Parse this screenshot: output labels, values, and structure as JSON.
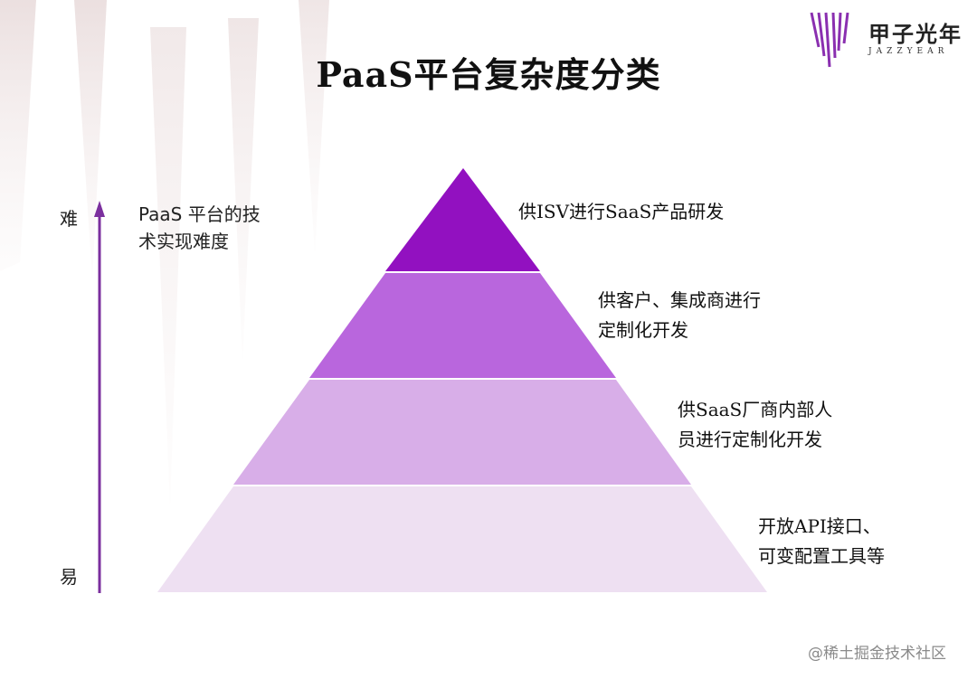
{
  "title": "PaaS平台复杂度分类",
  "brand": {
    "name_cn": "甲子光年",
    "name_en": "JAZZYEAR"
  },
  "axis": {
    "top_label": "难",
    "bottom_label": "易",
    "description_line1": "PaaS 平台的技",
    "description_line2": "术实现难度",
    "color": "#7b2f9e"
  },
  "levels": [
    {
      "line1": "供ISV进行SaaS产品研发",
      "line2": "",
      "color": "#9211c0"
    },
    {
      "line1": "供客户、集成商进行",
      "line2": "定制化开发",
      "color": "#b966dd"
    },
    {
      "line1": "供SaaS厂商内部人",
      "line2": "员进行定制化开发",
      "color": "#d8aee8"
    },
    {
      "line1": "开放API接口、",
      "line2": "可变配置工具等",
      "color": "#eee0f2"
    }
  ],
  "watermark": "@稀土掘金技术社区"
}
